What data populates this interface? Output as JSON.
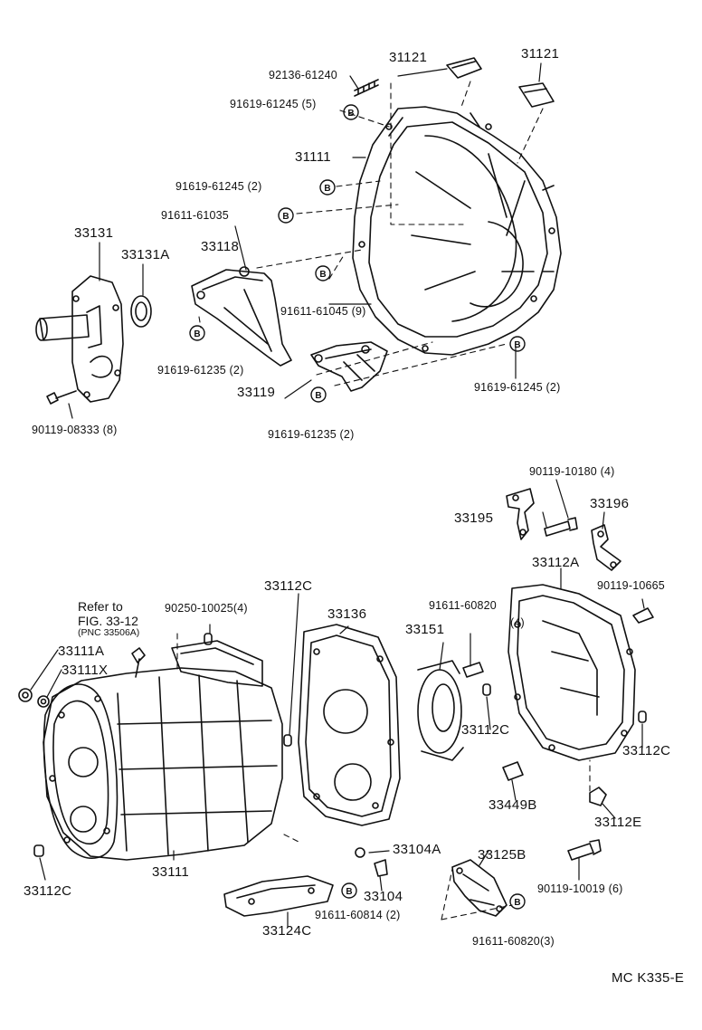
{
  "diagram": {
    "code": "MC K335-E",
    "reference": {
      "line1": "Refer to",
      "line2": "FIG. 33-12",
      "line3": "(PNC 33506A)"
    },
    "bolt_symbol": "B",
    "labels": {
      "p92136_61240": "92136-61240",
      "p31121_a": "31121",
      "p31121_b": "31121",
      "p91619_61245_5": "91619-61245 (5)",
      "p31111": "31111",
      "p91619_61245_2a": "91619-61245 (2)",
      "p91611_61035": "91611-61035",
      "p33131": "33131",
      "p33131a": "33131A",
      "p33118": "33118",
      "p91611_61045_9": "91611-61045 (9)",
      "p91619_61235_2a": "91619-61235 (2)",
      "p33119": "33119",
      "p91619_61245_2b": "91619-61245 (2)",
      "p90119_08333_8": "90119-08333 (8)",
      "p91619_61235_2b": "91619-61235 (2)",
      "p90119_10180_4": "90119-10180 (4)",
      "p33195": "33195",
      "p33196": "33196",
      "p33112a": "33112A",
      "p90119_10665": "90119-10665",
      "p33112c_top": "33112C",
      "p90250_10025_4": "90250-10025(4)",
      "p33136": "33136",
      "p91611_60820": "91611-60820",
      "p91611_60820_qty": "(4)",
      "p33151": "33151",
      "p33111a": "33111A",
      "p33111x": "33111X",
      "p33112c_mid": "33112C",
      "p33112c_right": "33112C",
      "p33449b": "33449B",
      "p33112e": "33112E",
      "p33104a": "33104A",
      "p33125b": "33125B",
      "p33112c_left": "33112C",
      "p33111": "33111",
      "p33104": "33104",
      "p91611_60814_2": "91611-60814 (2)",
      "p90119_10019_6": "90119-10019 (6)",
      "p33124c": "33124C",
      "p91611_60820_3": "91611-60820(3)"
    }
  }
}
